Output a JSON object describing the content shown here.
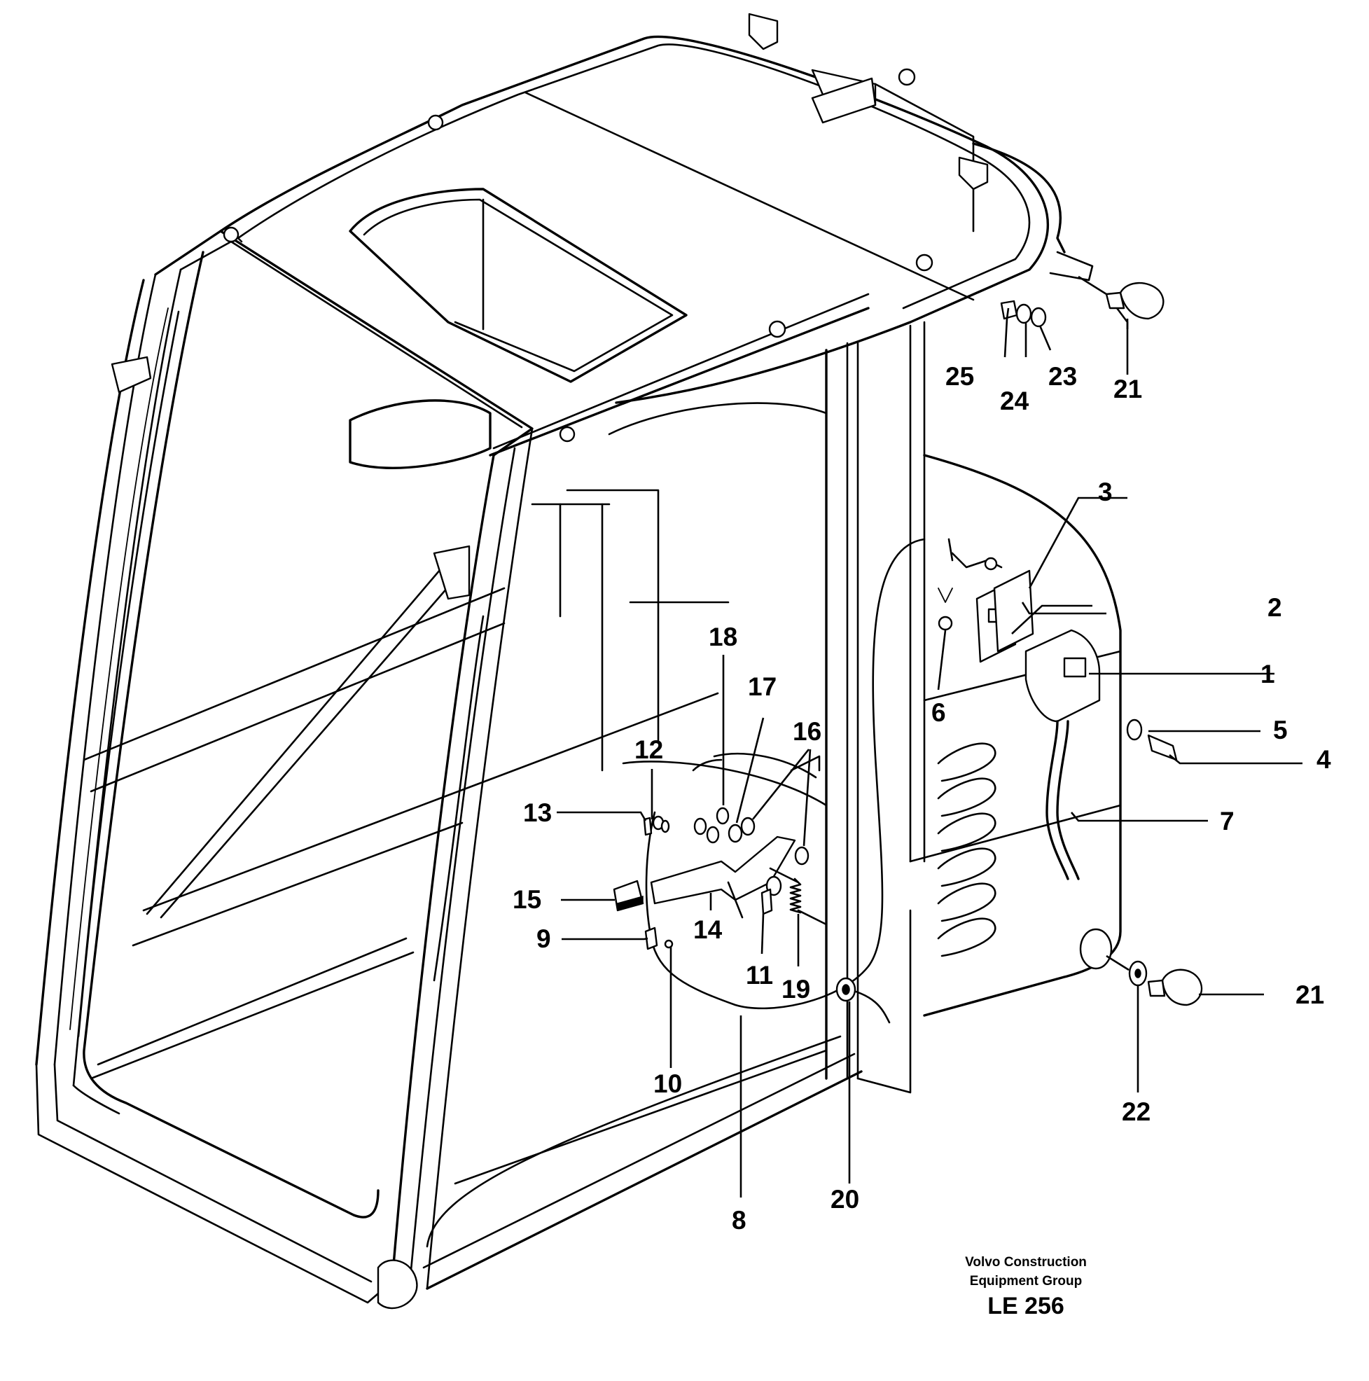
{
  "callouts": {
    "c1": "1",
    "c2": "2",
    "c3": "3",
    "c4": "4",
    "c5": "5",
    "c6": "6",
    "c7": "7",
    "c8": "8",
    "c9": "9",
    "c10": "10",
    "c11": "11",
    "c12": "12",
    "c13": "13",
    "c14": "14",
    "c15": "15",
    "c16": "16",
    "c17": "17",
    "c18": "18",
    "c19": "19",
    "c20": "20",
    "c21_top": "21",
    "c21_bottom": "21",
    "c22": "22",
    "c23": "23",
    "c24": "24",
    "c25": "25"
  },
  "caption": {
    "line1": "Volvo Construction",
    "line2": "Equipment Group",
    "code": "LE 256"
  }
}
